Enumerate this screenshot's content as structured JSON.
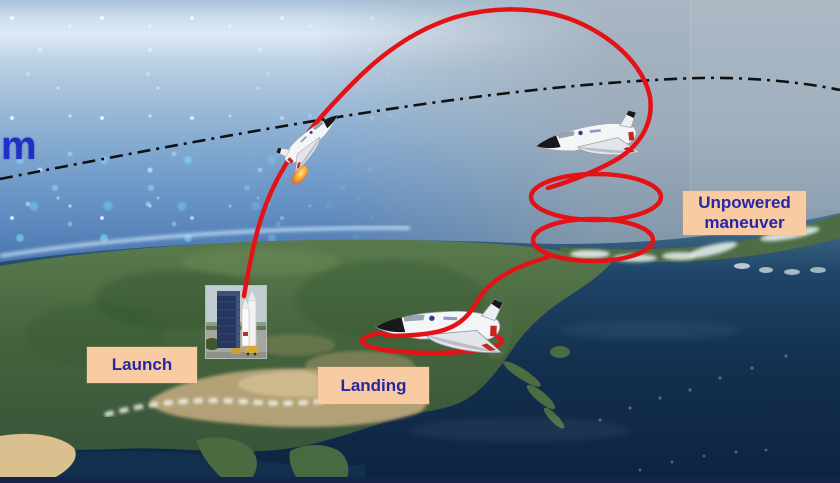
{
  "labels": {
    "altitude": "m",
    "launch": "Launch",
    "landing": "Landing",
    "unpowered_line1": "Unpowered",
    "unpowered_line2": "maneuver"
  },
  "colors": {
    "trajectory_red": "#e41217",
    "dash_dot_line": "#111111",
    "label_background": "#f8cba2",
    "label_text": "#2626a6",
    "altitude_text": "#1f2ec9"
  },
  "icons": {
    "ascending_vehicle": "spaceplane-ascending-icon",
    "orbiting_vehicle": "spaceplane-orbit-icon",
    "landing_vehicle": "spaceplane-landing-icon",
    "launch_site": "launch-pad-photo"
  }
}
